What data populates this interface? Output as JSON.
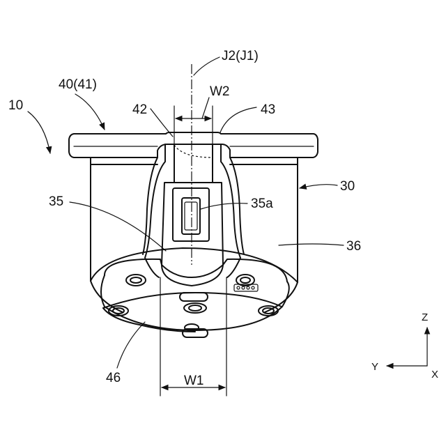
{
  "labels": {
    "ref_10": "10",
    "ref_40_41": "40(41)",
    "ref_42": "42",
    "ref_43": "43",
    "ref_w2": "W2",
    "ref_j2_j1": "J2(J1)",
    "ref_30": "30",
    "ref_35": "35",
    "ref_35a": "35a",
    "ref_36": "36",
    "ref_46": "46",
    "ref_w1": "W1"
  },
  "axes": {
    "z": "Z",
    "y": "Y",
    "x": "X"
  }
}
